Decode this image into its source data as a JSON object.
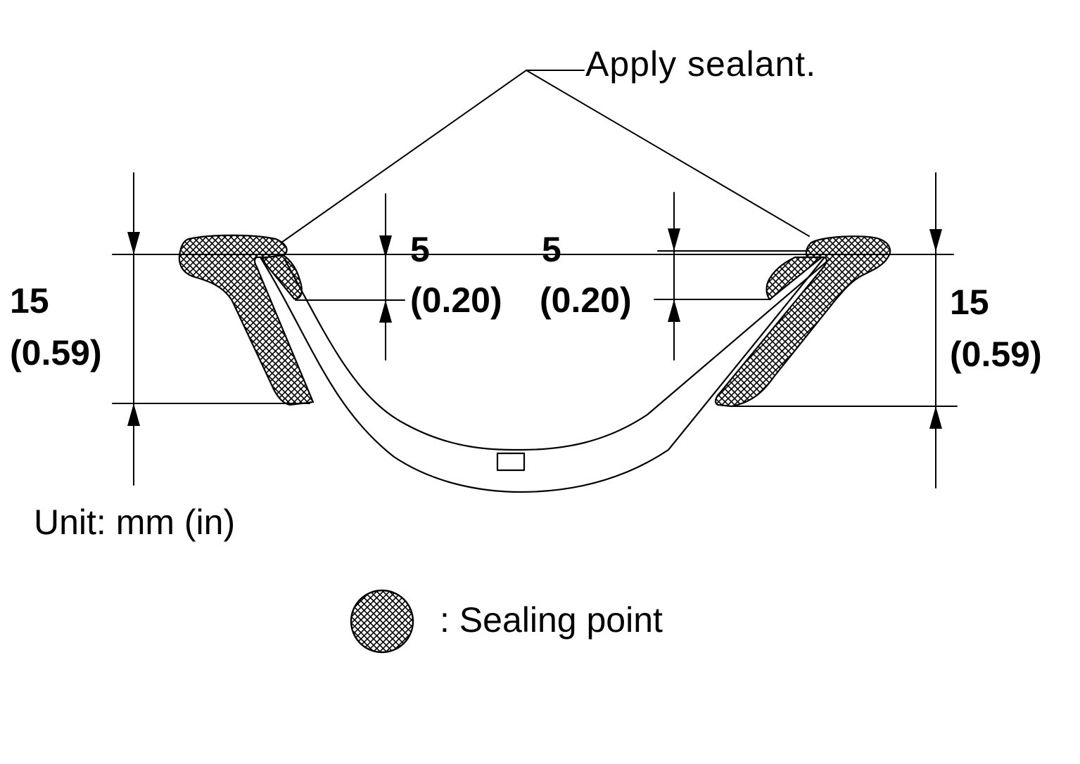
{
  "callout": {
    "text": "Apply sealant."
  },
  "dimensions": {
    "left_outer": {
      "mm": "15",
      "in": "(0.59)"
    },
    "left_inner": {
      "mm": "5",
      "in": "(0.20)"
    },
    "right_inner": {
      "mm": "5",
      "in": "(0.20)"
    },
    "right_outer": {
      "mm": "15",
      "in": "(0.59)"
    }
  },
  "unit": {
    "text": "Unit: mm (in)"
  },
  "legend": {
    "text": ": Sealing point"
  },
  "colors": {
    "line": "#000000",
    "background": "#ffffff",
    "hatch": "#000000"
  }
}
